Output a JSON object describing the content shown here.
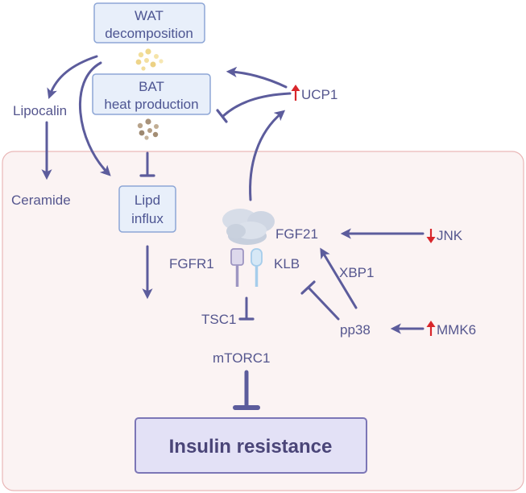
{
  "colors": {
    "arrow": "#5c5c9c",
    "box_fill": "#e8effa",
    "box_stroke": "#8da6d6",
    "cell_fill": "#fbf3f3",
    "cell_stroke": "#e9b7b7",
    "insulin_fill": "#e3e1f6",
    "insulin_stroke": "#7c76b6",
    "up_down_arrow": "#d8262b",
    "fgfr1_receptor": "#9e96c2",
    "klb_receptor": "#a6cdeb",
    "fgf21_ligand": "#d3dae6"
  },
  "boxes": {
    "wat": {
      "line1": "WAT",
      "line2": "decomposition"
    },
    "bat": {
      "line1": "BAT",
      "line2": "heat production"
    },
    "lipid": {
      "line1": "Lipd",
      "line2": "influx"
    },
    "insulin": "Insulin resistance"
  },
  "labels": {
    "lipocalin": "Lipocalin",
    "ceramide": "Ceramide",
    "ucp1": "UCP1",
    "fgf21": "FGF21",
    "jnk": "JNK",
    "fgfr1": "FGFR1",
    "klb": "KLB",
    "xbp1": "XBP1",
    "tsc1": "TSC1",
    "pp38": "pp38",
    "mmk6": "MMK6",
    "mtorc1": "mTORC1"
  },
  "icons": {
    "wat_droplets": "fat-droplets-yellow-icon",
    "bat_droplets": "fat-droplets-brown-icon",
    "fgf21_ligand": "fgf21-ligand-icon",
    "fgfr1_receptor": "fgfr1-receptor-icon",
    "klb_receptor": "klb-receptor-icon",
    "ucp1_indicator": "up-arrow-icon",
    "jnk_indicator": "down-arrow-icon",
    "mmk6_indicator": "up-arrow-icon"
  }
}
